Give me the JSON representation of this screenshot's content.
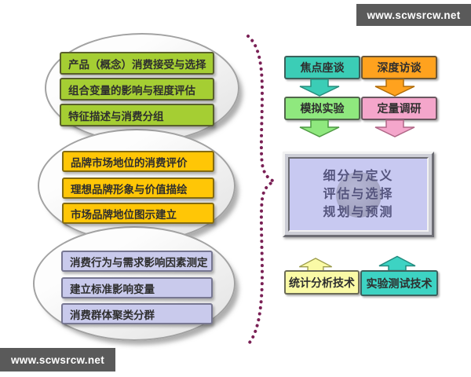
{
  "watermark": {
    "text": "www.scwsrcw.net"
  },
  "stages": [
    {
      "name": "product-concept-stage",
      "items": [
        "产品（概念）消费接受与选择",
        "组合变量的影响与程度评估",
        "特征描述与消费分组"
      ]
    },
    {
      "name": "brand-position-stage",
      "items": [
        "品牌市场地位的消费评价",
        "理想品牌形象与价值描绘",
        "市场品牌地位图示建立"
      ]
    },
    {
      "name": "consumer-behavior-stage",
      "items": [
        "消费行为与需求影响因素测定",
        "建立标准影响变量",
        "消费群体聚类分群"
      ]
    }
  ],
  "methods": {
    "focus_group": "焦点座谈",
    "depth_interview": "深度访谈",
    "simulation": "模拟实验",
    "quantitative": "定量调研"
  },
  "core_box": {
    "lines": [
      "细分与定义",
      "评估与选择",
      "规划与预测"
    ]
  },
  "techniques": {
    "statistical": "统计分析技术",
    "experimental": "实验测试技术"
  },
  "colors": {
    "stage_green": "#a5ce33",
    "stage_gold": "#ffc606",
    "stage_lavender": "#c9caec",
    "method_teal": "#3bcdb6",
    "method_orange": "#ffa21e",
    "method_green": "#8fe87e",
    "method_pink": "#f4a6cb",
    "core_fill": "#c8c9f1",
    "technique_yellow": "#fafaa6",
    "technique_teal": "#3dd3c3",
    "brace": "#7a2055",
    "watermark_bg": "#5a5a5a"
  }
}
